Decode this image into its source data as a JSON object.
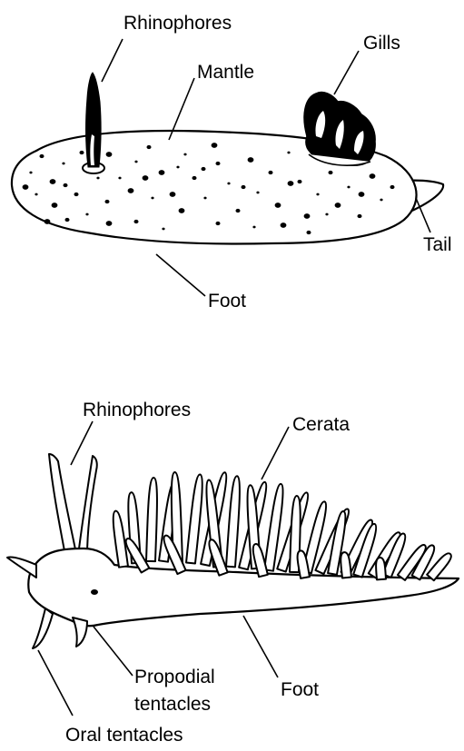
{
  "colors": {
    "ink": "#000000",
    "background": "#ffffff"
  },
  "dorid": {
    "labels": {
      "rhinophores": "Rhinophores",
      "mantle": "Mantle",
      "gills": "Gills",
      "tail": "Tail",
      "foot": "Foot"
    }
  },
  "aeolid": {
    "labels": {
      "rhinophores": "Rhinophores",
      "cerata": "Cerata",
      "propodial_line1": "Propodial",
      "propodial_line2": "tentacles",
      "foot": "Foot",
      "oral_tentacles": "Oral tentacles"
    }
  }
}
